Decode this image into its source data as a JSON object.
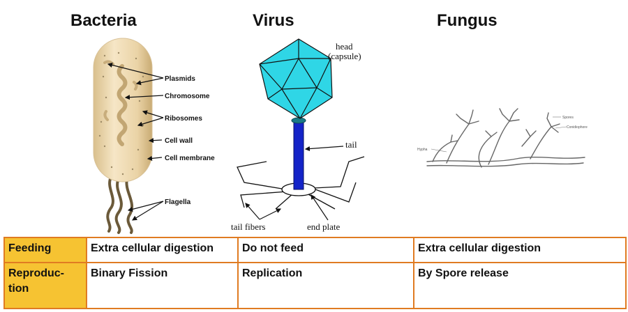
{
  "titles": {
    "bacteria": "Bacteria",
    "virus": "Virus",
    "fungus": "Fungus"
  },
  "bacteria_labels": {
    "plasmids": "Plasmids",
    "chromosome": "Chromosome",
    "ribosomes": "Ribosomes",
    "cell_wall": "Cell wall",
    "cell_membrane": "Cell membrane",
    "flagella": "Flagella"
  },
  "virus_labels": {
    "head": "head",
    "capsule": "(capsule)",
    "tail": "tail",
    "tail_fibers": "tail fibers",
    "end_plate": "end plate"
  },
  "fungus_labels": {
    "spores": "Spores",
    "conidiophore": "Conidiophore",
    "hypha": "Hypha"
  },
  "colors": {
    "capsid": "#2fd6e6",
    "tail": "#1424c8",
    "header_cell": "#f6c332",
    "border": "#e07b22",
    "cell_body": "#ecd7ae"
  },
  "table": {
    "rows": [
      {
        "header": "Feeding",
        "bacteria": "Extra cellular digestion",
        "virus": "Do not feed",
        "fungus": "Extra cellular digestion"
      },
      {
        "header_line1": "Reproduc-",
        "header_line2": "tion",
        "bacteria": "Binary Fission",
        "virus": "Replication",
        "fungus": "By Spore release"
      }
    ]
  }
}
